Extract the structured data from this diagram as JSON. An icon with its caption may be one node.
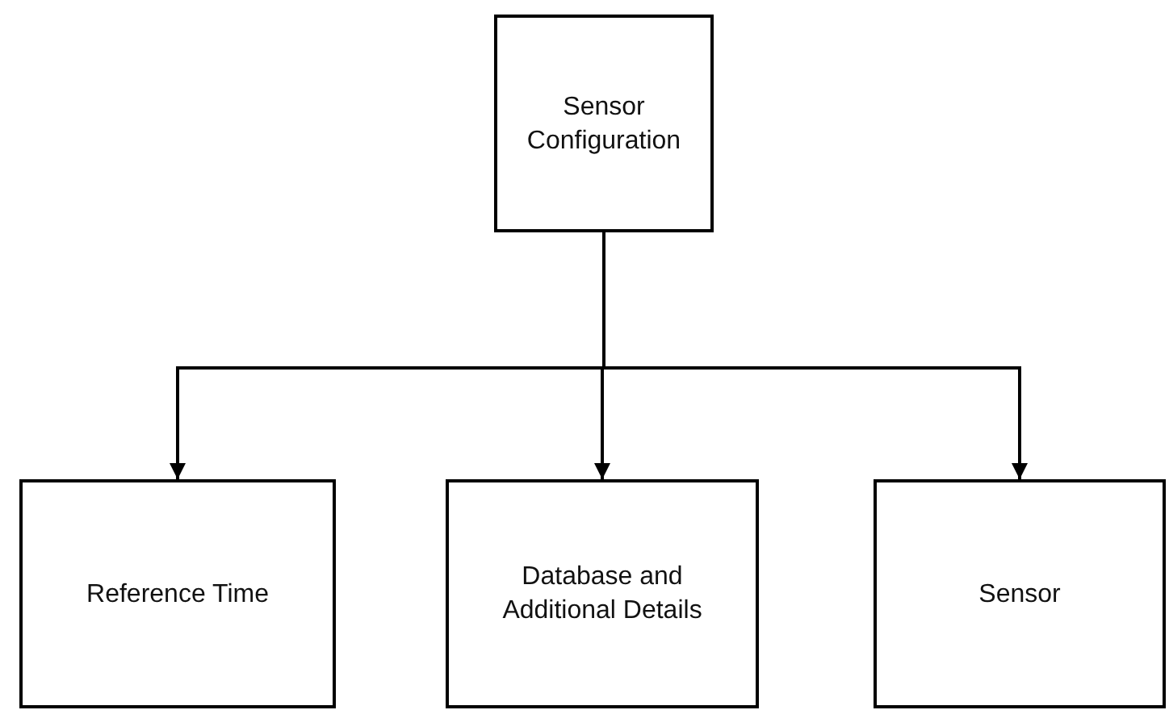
{
  "diagram": {
    "nodes": [
      {
        "text": [
          "Sensor Configuration"
        ]
      },
      {
        "text": [
          "Reference Time"
        ]
      },
      {
        "text": [
          "Database and Additional Details"
        ]
      },
      {
        "text": [
          "Sensor"
        ]
      }
    ],
    "edges": [
      {
        "from": 0,
        "to": 1,
        "arrow": "to"
      },
      {
        "from": 0,
        "to": 2,
        "arrow": "to"
      },
      {
        "from": 0,
        "to": 3,
        "arrow": "to"
      }
    ]
  }
}
